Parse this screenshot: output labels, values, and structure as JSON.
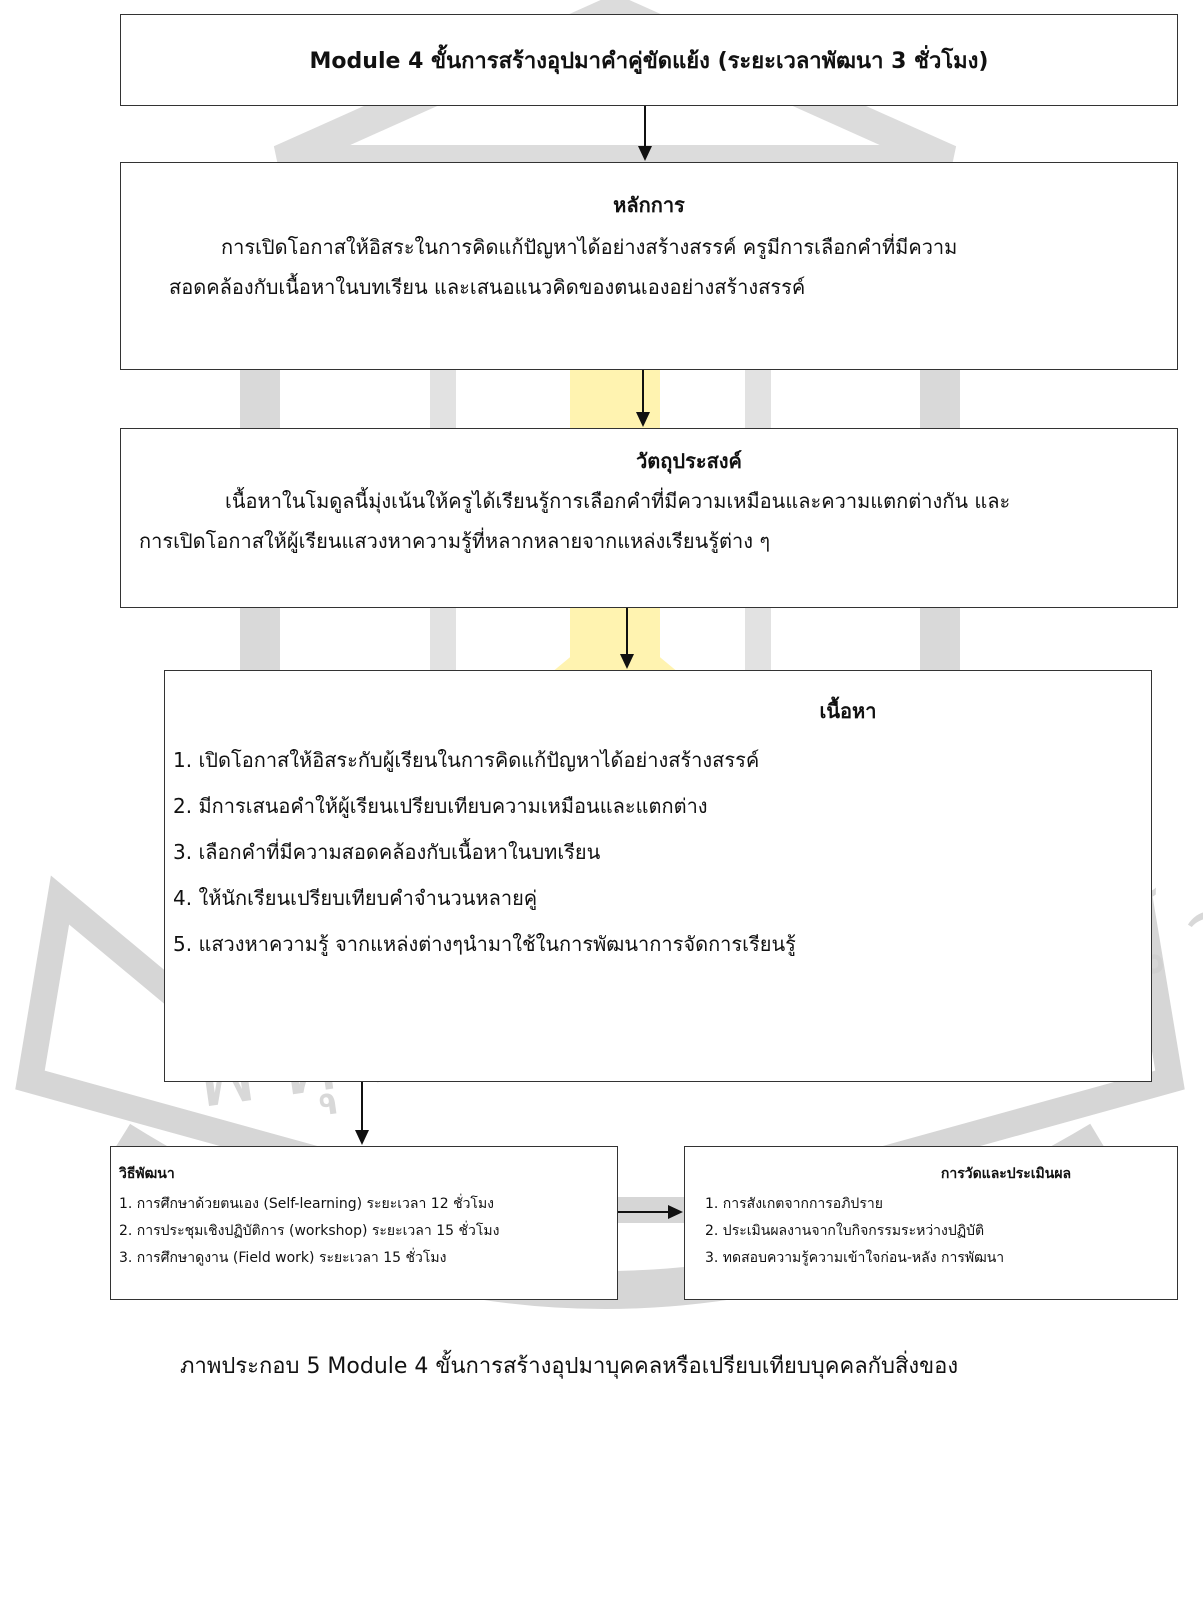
{
  "title_box": {
    "text": "Module 4 ขั้นการสร้างอุปมาคำคู่ขัดแย้ง (ระยะเวลาพัฒนา 3 ชั่วโมง)"
  },
  "principle": {
    "heading": "หลักการ",
    "line1": "การเปิดโอกาสให้อิสระในการคิดแก้ปัญหาได้อย่างสร้างสรรค์ ครูมีการเลือกคำที่มีความ",
    "line2": "สอดคล้องกับเนื้อหาในบทเรียน และเสนอแนวคิดของตนเองอย่างสร้างสรรค์"
  },
  "objective": {
    "heading": "วัตถุประสงค์",
    "line1": "เนื้อหาในโมดูลนี้มุ่งเน้นให้ครูได้เรียนรู้การเลือกคำที่มีความเหมือนและความแตกต่างกัน และ",
    "line2": "การเปิดโอกาสให้ผู้เรียนแสวงหาความรู้ที่หลากหลายจากแหล่งเรียนรู้ต่าง ๆ"
  },
  "content": {
    "heading": "เนื้อหา",
    "items": [
      "1. เปิดโอกาสให้อิสระกับผู้เรียนในการคิดแก้ปัญหาได้อย่างสร้างสรรค์",
      "2. มีการเสนอคำให้ผู้เรียนเปรียบเทียบความเหมือนและแตกต่าง",
      "3. เลือกคำที่มีความสอดคล้องกับเนื้อหาในบทเรียน",
      "4. ให้นักเรียนเปรียบเทียบคำจำนวนหลายคู่",
      "5. แสวงหาความรู้ จากแหล่งต่างๆนำมาใช้ในการพัฒนาการจัดการเรียนรู้"
    ]
  },
  "methods": {
    "heading": "วิธีพัฒนา",
    "items": [
      "1. การศึกษาด้วยตนเอง (Self-learning) ระยะเวลา 12 ชั่วโมง",
      "2. การประชุมเชิงปฏิบัติการ (workshop) ระยะเวลา 15 ชั่วโมง",
      "3. การศึกษาดูงาน (Field work) ระยะเวลา 15 ชั่วโมง"
    ]
  },
  "evaluation": {
    "heading": "การวัดและประเมินผล",
    "items": [
      "1. การสังเกตจากการอภิปราย",
      "2. ประเมินผลงานจากใบกิจกรรมระหว่างปฏิบัติ",
      "3. ทดสอบความรู้ความเข้าใจก่อน-หลัง การพัฒนา"
    ]
  },
  "caption": "ภาพประกอบ 5 Module 4 ขั้นการสร้างอุปมาบุคคลหรือเปรียบเทียบบุคคลกับสิ่งของ",
  "watermark_text": "พหุน ปณฺ ฑิโต ชีโว",
  "colors": {
    "border": "#333333",
    "watermark_gray": "#d6d6d6",
    "watermark_yellow": "#fff3b0"
  }
}
